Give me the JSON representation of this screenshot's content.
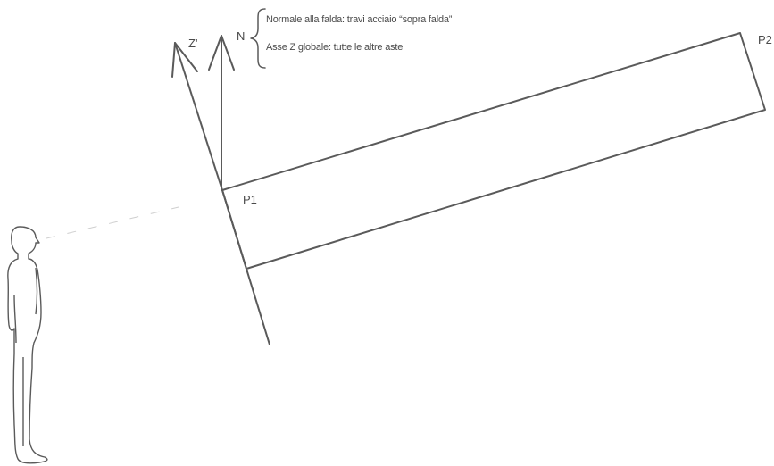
{
  "labels": {
    "z_prime": "Z'",
    "normal": "N",
    "p1": "P1",
    "p2": "P2"
  },
  "legend": {
    "normal_desc": "Normale alla falda: travi acciaio “sopra falda”",
    "global_desc": "Asse Z globale: tutte le altre aste"
  },
  "colors": {
    "line": "#5a5a5a",
    "text": "#4a4a4a",
    "background": "#ffffff"
  }
}
